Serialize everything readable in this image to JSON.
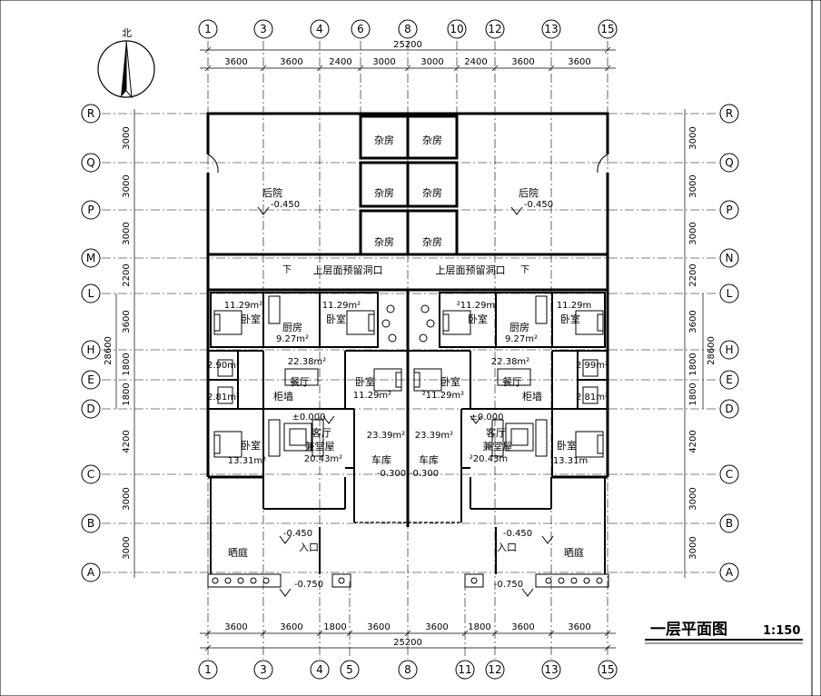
{
  "north_label": "北",
  "axes_top": [
    "1",
    "3",
    "4",
    "6",
    "8",
    "10",
    "12",
    "13",
    "15"
  ],
  "axes_bottom": [
    "1",
    "3",
    "4",
    "5",
    "8",
    "11",
    "12",
    "13",
    "15"
  ],
  "axes_left": [
    "R",
    "Q",
    "P",
    "M",
    "L",
    "H",
    "E",
    "D",
    "C",
    "B",
    "A"
  ],
  "axes_right": [
    "R",
    "Q",
    "P",
    "N",
    "L",
    "H",
    "E",
    "D",
    "C",
    "B",
    "A"
  ],
  "dims_top": [
    "3600",
    "3600",
    "2400",
    "3000",
    "3000",
    "2400",
    "3600",
    "3600"
  ],
  "dims_bottom": [
    "3600",
    "3600",
    "1800",
    "3600",
    "3600",
    "1800",
    "3600",
    "3600"
  ],
  "total_width": "25200",
  "dims_vertical": [
    "3000",
    "3000",
    "3000",
    "2200",
    "3600",
    "1800",
    "1800",
    "4200",
    "3000",
    "3000"
  ],
  "total_height": "28600",
  "rooms": {
    "storage": "杂房",
    "backyard": "后院",
    "backyard_level": "-0.450",
    "roof_opening": "上层面预留洞口",
    "bedroom": "卧室",
    "kitchen": "厨房",
    "dining": "餐厅",
    "cabinet_wall": "柜墙",
    "living": "客厅",
    "prayer_room": "兼堂屋",
    "garage": "车库",
    "entrance": "入口",
    "terrace": "晒庭",
    "floor_level": "±0.000",
    "garage_level": "-0.300",
    "terrace_level": "-0.450",
    "outside_level": "-0.750",
    "down_mark": "下",
    "area_bed_upper": "11.29m²",
    "area_bed_upper_r": "11.29m",
    "area_bed_upper_alt": "²11.29m",
    "area_kitchen": "9.27m²",
    "area_dining": "22.38m²",
    "area_wc_upper": "2.99m²",
    "area_wc_upper_alt": "2.90m²",
    "area_wc_lower": "2.81m²",
    "area_bed_mid": "11.29m²",
    "area_bed_mid_alt": "²11.29m²",
    "area_living": "20.43m²",
    "area_living_alt": "²20.43m",
    "area_bed_lower": "13.31m²",
    "area_bed_lower_r": "13.31m",
    "area_garage": "23.39m²"
  },
  "title": "一层平面图",
  "scale": "1:150"
}
